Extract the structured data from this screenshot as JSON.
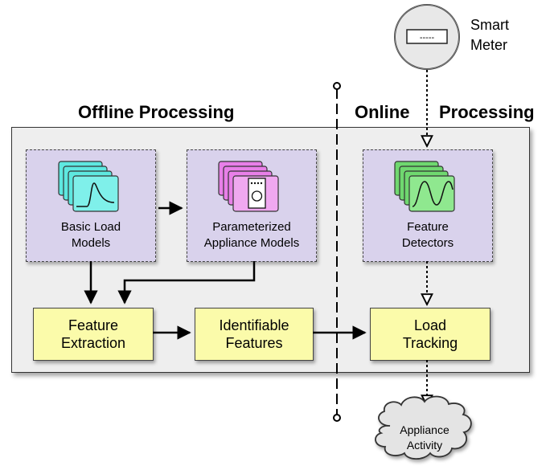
{
  "meter": {
    "line1": "Smart",
    "line2": "Meter",
    "display": "-----"
  },
  "sections": {
    "offline": "Offline Processing",
    "online_a": "Online",
    "online_b": "Processing"
  },
  "models": {
    "basic": {
      "line1": "Basic Load",
      "line2": "Models"
    },
    "param": {
      "line1": "Parameterized",
      "line2": "Appliance Models"
    },
    "detect": {
      "line1": "Feature",
      "line2": "Detectors"
    }
  },
  "boxes": {
    "extraction": {
      "line1": "Feature",
      "line2": "Extraction"
    },
    "identifiable": {
      "line1": "Identifiable",
      "line2": "Features"
    },
    "tracking": {
      "line1": "Load",
      "line2": "Tracking"
    }
  },
  "output": {
    "line1": "Appliance",
    "line2": "Activity"
  },
  "colors": {
    "panel": "#eeeeee",
    "model_fill": "#d9d2ec",
    "box_fill": "#fbfbaa",
    "cyan_cards": "#5ee8e0",
    "magenta_cards": "#e87fe8",
    "green_cards": "#7fe27f"
  },
  "icons": [
    "smart-meter-icon",
    "load-curve-cards-icon",
    "washing-machine-cards-icon",
    "waveform-cards-icon",
    "cloud-icon"
  ]
}
